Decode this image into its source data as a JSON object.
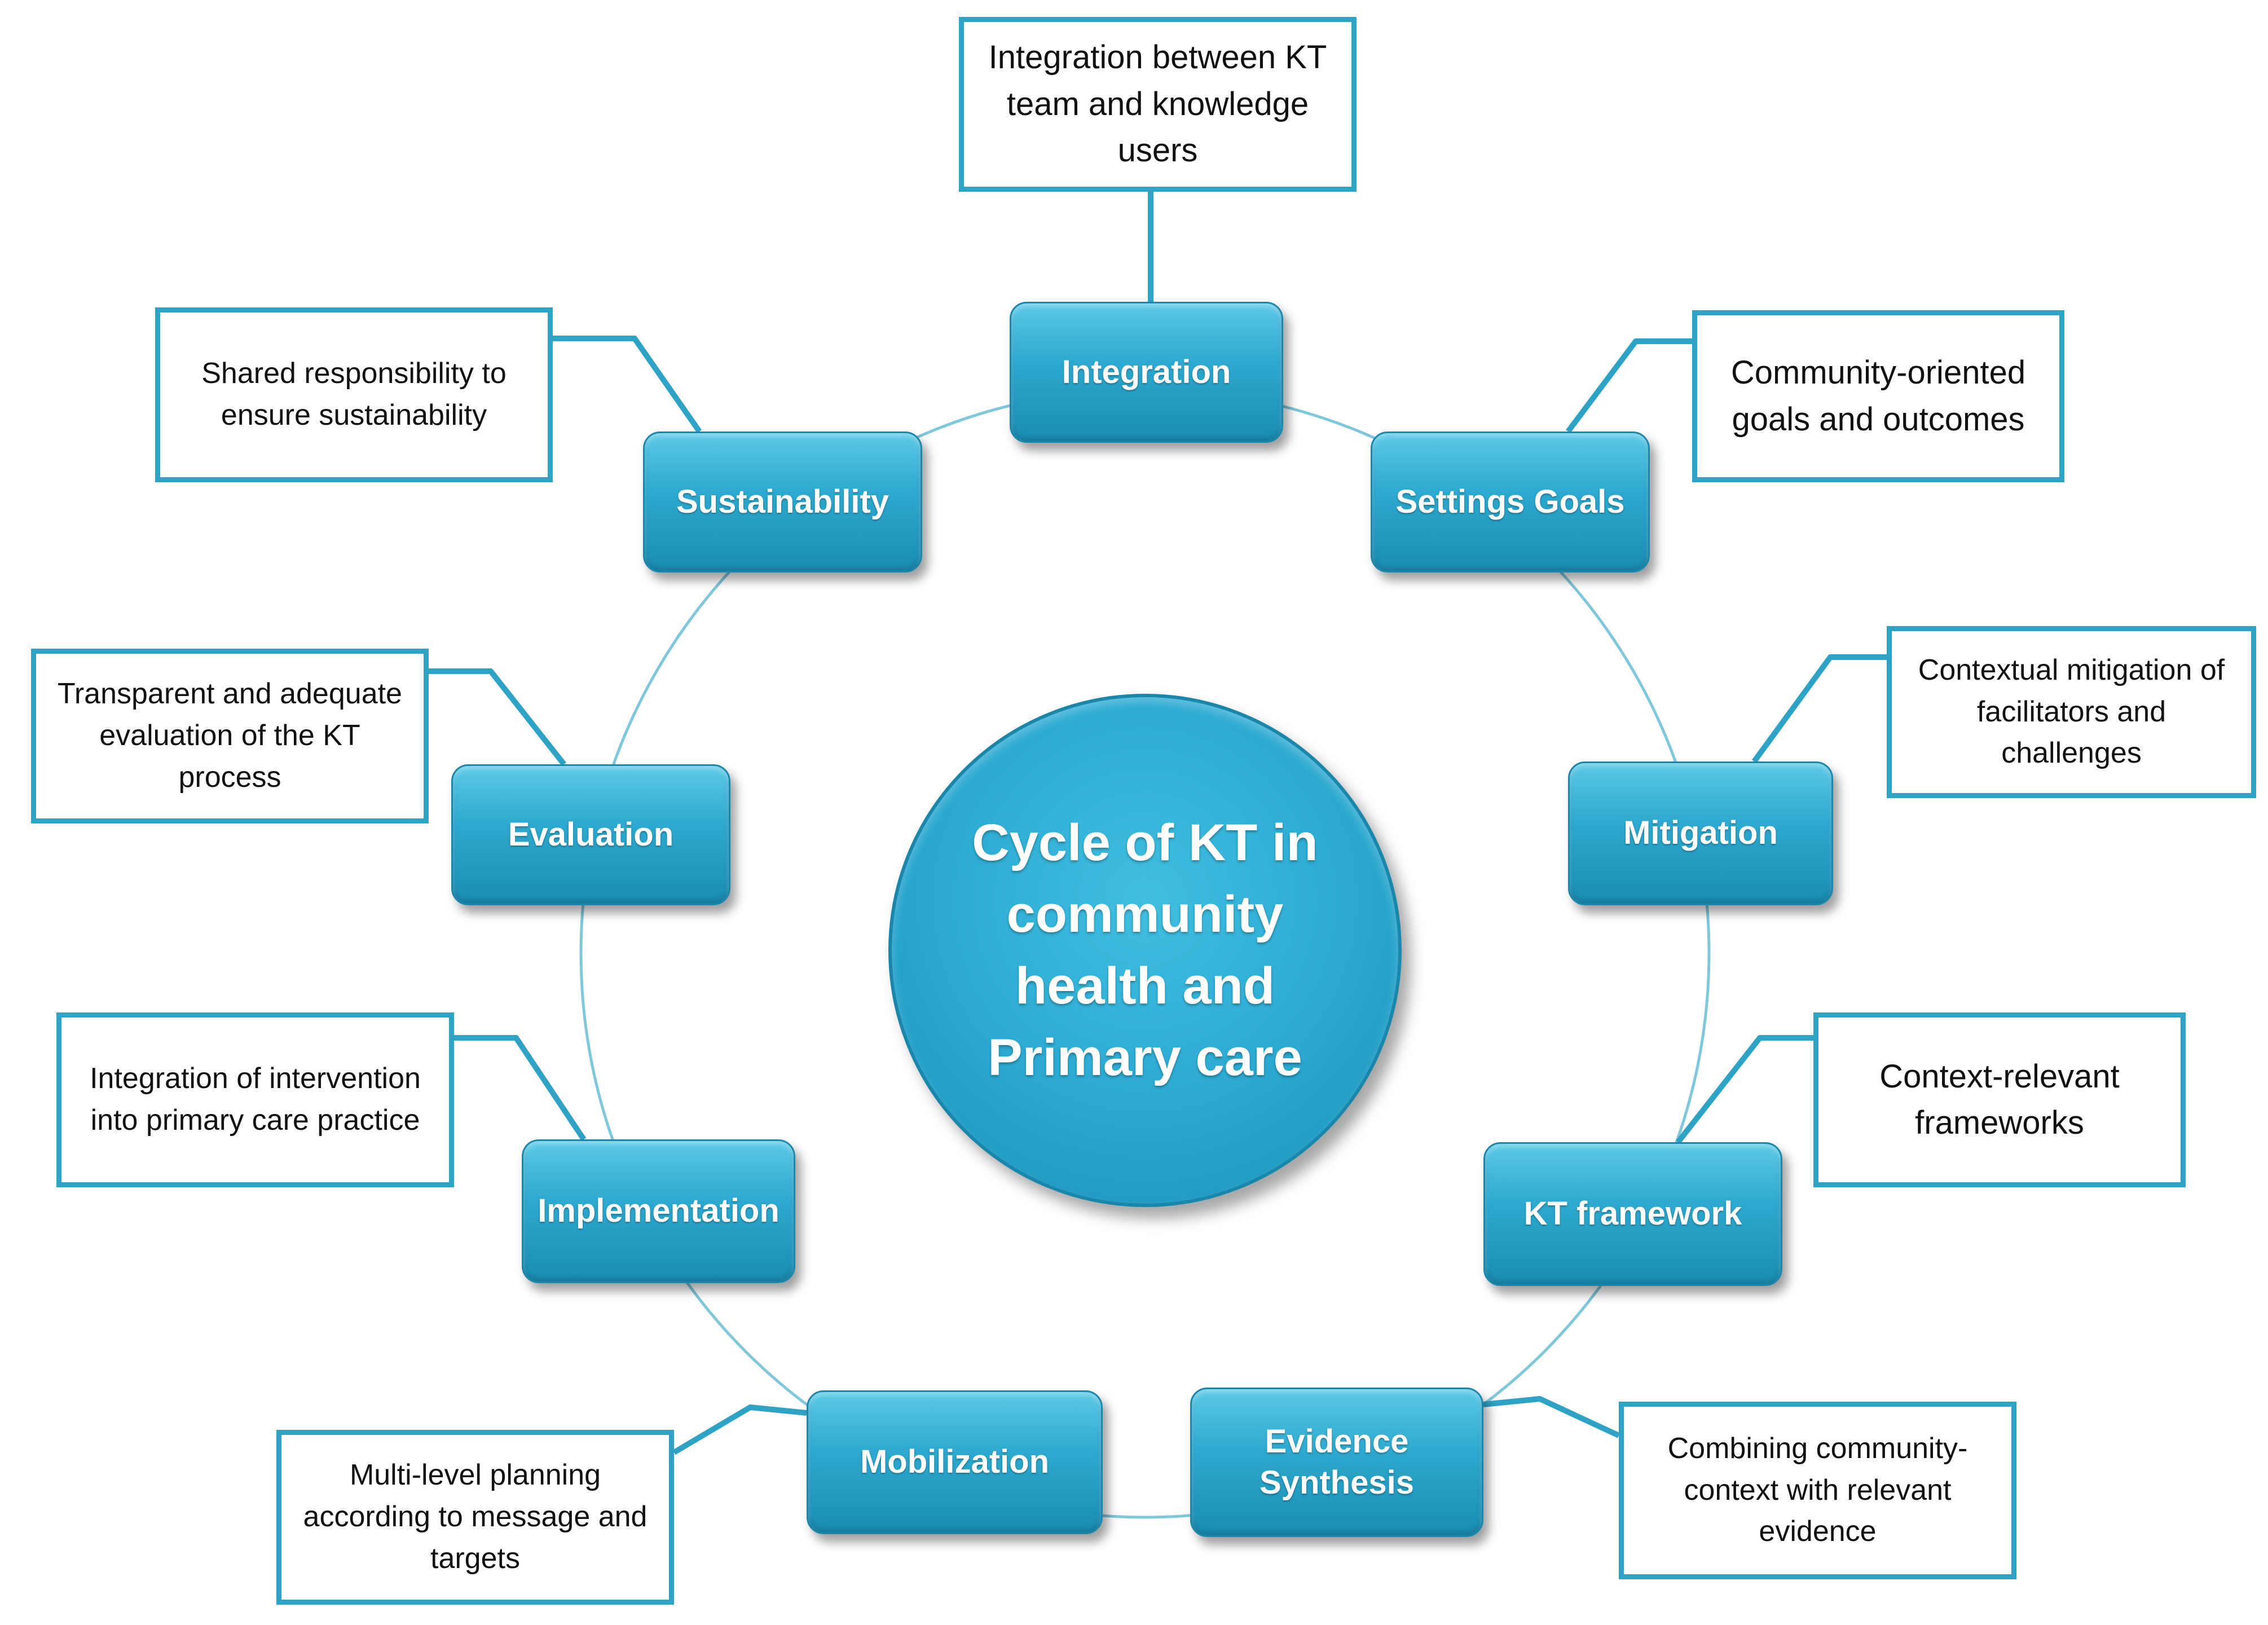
{
  "center": {
    "title": "Cycle of KT in community health and Primary care"
  },
  "stages": [
    {
      "label": "Integration",
      "note": "Integration between KT team and knowledge users"
    },
    {
      "label": "Settings Goals",
      "note": "Community-oriented goals and outcomes"
    },
    {
      "label": "Mitigation",
      "note": "Contextual mitigation of facilitators and challenges"
    },
    {
      "label": "KT framework",
      "note": "Context-relevant frameworks"
    },
    {
      "label": "Evidence Synthesis",
      "note": "Combining community-context with relevant evidence"
    },
    {
      "label": "Mobilization",
      "note": "Multi-level planning according to message and targets"
    },
    {
      "label": "Implementation",
      "note": "Integration of intervention into primary care practice"
    },
    {
      "label": "Evaluation",
      "note": "Transparent and adequate evaluation of the KT process"
    },
    {
      "label": "Sustainability",
      "note": "Shared responsibility to ensure sustainability"
    }
  ],
  "colors": {
    "node_fill": "#2ea9cf",
    "connector": "#2fa3c6",
    "ring": "#7fc7db",
    "note_text": "#111111"
  }
}
